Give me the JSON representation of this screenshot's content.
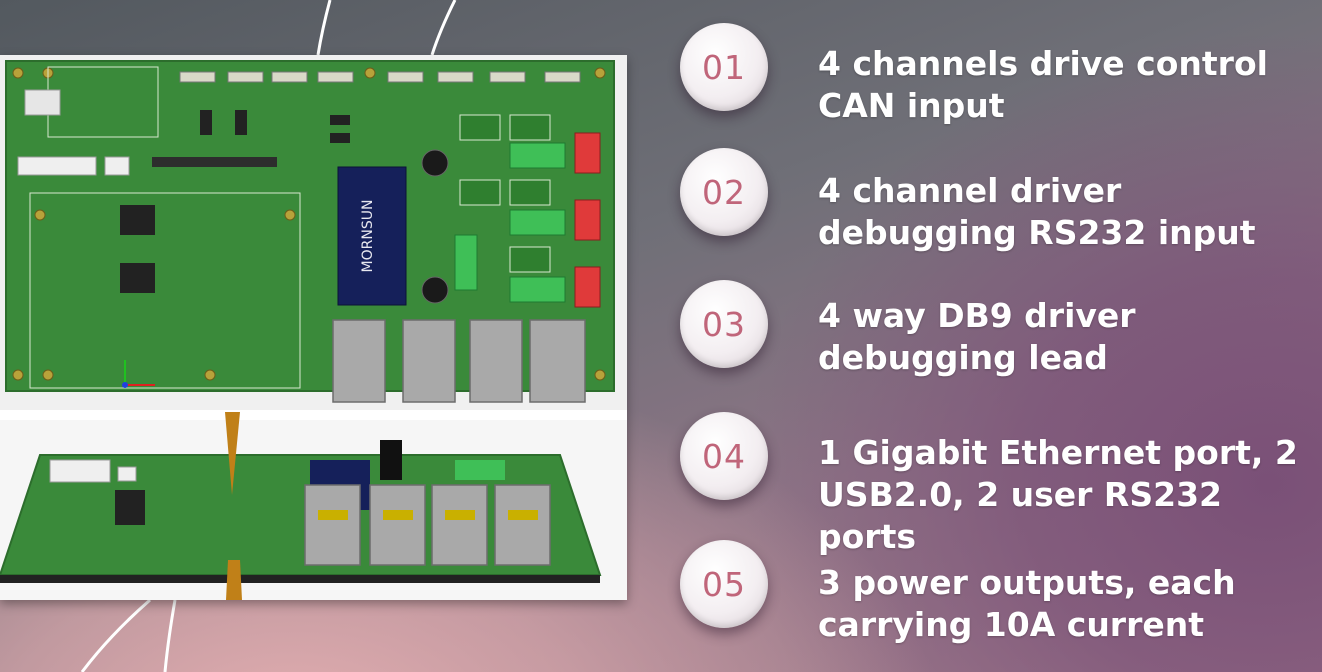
{
  "features": [
    {
      "number": "01",
      "text": "4 channels drive control CAN input"
    },
    {
      "number": "02",
      "text": "4 channel driver debugging RS232 input"
    },
    {
      "number": "03",
      "text": "4 way DB9 driver debugging lead"
    },
    {
      "number": "04",
      "text": "1 Gigabit Ethernet port, 2 USB2.0, 2 user RS232 ports"
    },
    {
      "number": "05",
      "text": "3 power outputs, each carrying 10A current"
    }
  ],
  "colors": {
    "number": "#c0657a",
    "pcb_green": "#3a8a3a",
    "text": "#ffffff"
  },
  "pcb": {
    "module_brand": "MORNSUN"
  }
}
